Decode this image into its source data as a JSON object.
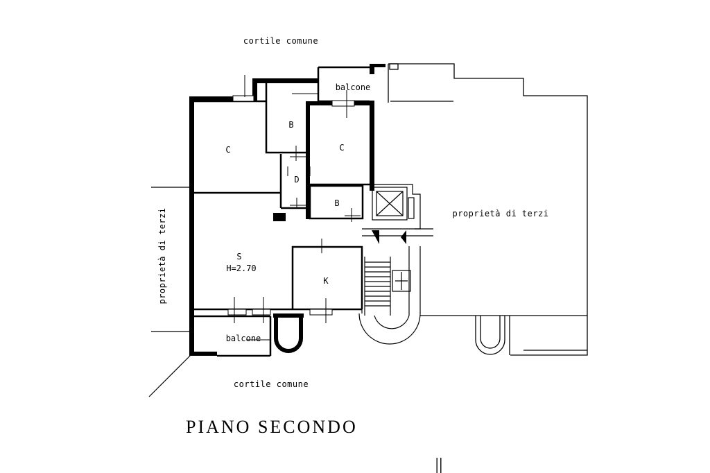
{
  "labels": {
    "cortile_top": "cortile comune",
    "cortile_bottom": "cortile comune",
    "proprieta_right": "proprietà di terzi",
    "proprieta_left": "proprietà di terzi",
    "balcone_top": "balcone",
    "balcone_bottom": "balcone"
  },
  "rooms": {
    "c_left": "C",
    "b_top": "B",
    "c_right": "C",
    "d": "D",
    "b_small": "B",
    "s": "S",
    "s_height": "H=2.70",
    "k": "K"
  },
  "title": "PIANO SECONDO",
  "page_marker": "||"
}
